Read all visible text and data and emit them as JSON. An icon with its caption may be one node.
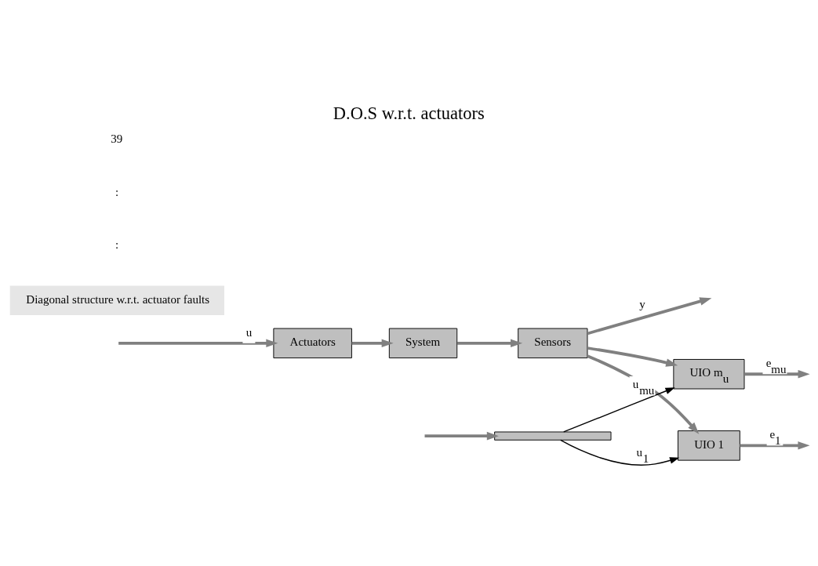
{
  "diagram": {
    "title": "D.O.S w.r.t. actuators",
    "nodes": [
      {
        "text": [
          "Actuators"
        ]
      },
      {
        "text": [
          "System"
        ]
      },
      {
        "text": [
          "Sensors"
        ]
      },
      {
        "text": [],
        "shape": "bar"
      },
      {
        "text": [
          "UIO 1"
        ]
      },
      {
        "text": [
          "UIO m$_{u}$"
        ]
      },
      {
        "text": [
          "Diagonal structure w.r.t. actuator faults"
        ]
      }
    ],
    "edges": [
      {
        "from": null,
        "to": 0,
        "arrow": "to",
        "label": "u"
      },
      {
        "from": 0,
        "to": 1,
        "arrow": "to"
      },
      {
        "from": 1,
        "to": 2,
        "arrow": "to"
      },
      {
        "from": 2,
        "to": null,
        "arrow": "to",
        "label": "y"
      },
      {
        "from": null,
        "to": 3,
        "arrow": "to"
      },
      {
        "from": 2,
        "to": 4,
        "arrow": "to"
      },
      {
        "from": 3,
        "to": 4,
        "arrow": "to",
        "label": "u$_{1}$",
        "color": "#000000"
      },
      {
        "from": 4,
        "to": null,
        "arrow": "to",
        "label": "e$_{1}$"
      },
      {
        "from": 2,
        "to": 5,
        "arrow": "to"
      },
      {
        "from": 3,
        "to": 5,
        "arrow": "to",
        "label": "u$_{mu}$",
        "color": "#000000"
      },
      {
        "from": 5,
        "to": null,
        "arrow": "to",
        "label": "e$_{mu}$"
      }
    ],
    "labels": [
      ":",
      ":",
      "39"
    ]
  }
}
